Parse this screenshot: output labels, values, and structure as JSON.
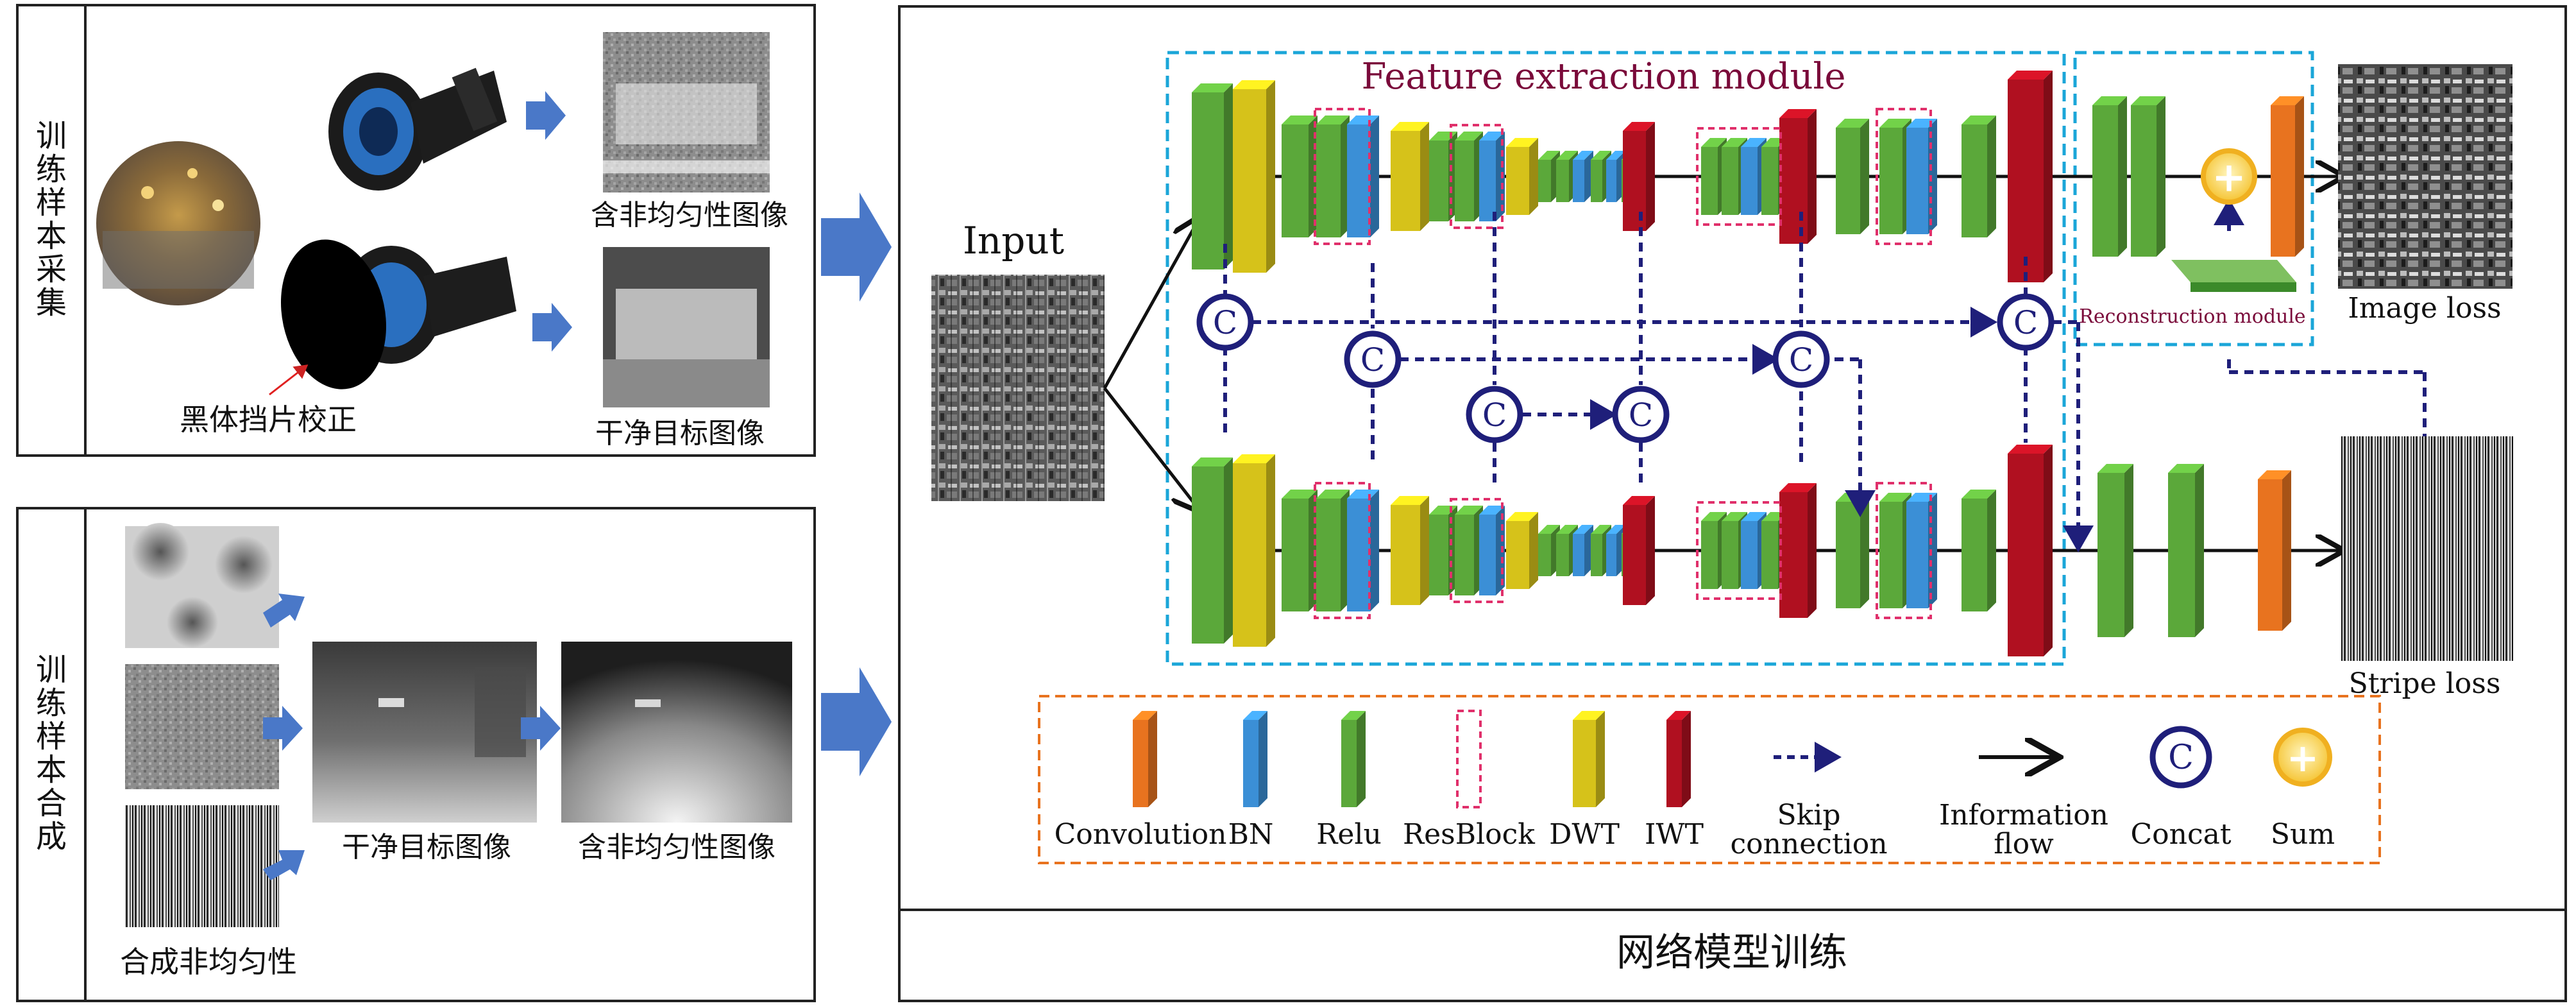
{
  "left_panels": {
    "top": {
      "side_label": [
        "训",
        "练",
        "样",
        "本",
        "采",
        "集"
      ],
      "blackbody_caption": "黑体挡片校正",
      "nonuniform_caption": "含非均匀性图像",
      "clean_caption": "干净目标图像"
    },
    "bottom": {
      "side_label": [
        "训",
        "练",
        "样",
        "本",
        "合",
        "成"
      ],
      "synth_caption": "合成非均匀性",
      "clean_caption": "干净目标图像",
      "nonuniform_caption": "含非均匀性图像"
    }
  },
  "network": {
    "title": "网络模型训练",
    "input_label": "Input",
    "feature_module_label": "Feature extraction module",
    "reconstruction_label": "Reconstruction module",
    "image_loss_label": "Image loss",
    "stripe_loss_label": "Stripe loss",
    "concat_symbol": "C",
    "sum_symbol": "+"
  },
  "legend": {
    "items": [
      {
        "label": "Convolution",
        "color": "#E8731F"
      },
      {
        "label": "BN",
        "color": "#3B8FD6"
      },
      {
        "label": "Relu",
        "color": "#5BA83A"
      },
      {
        "label": "ResBlock",
        "color": "#E0306B"
      },
      {
        "label": "DWT",
        "color": "#D6C21A"
      },
      {
        "label": "IWT",
        "color": "#B01020"
      },
      {
        "label": "Skip connection",
        "line1": "Skip",
        "line2": "connection"
      },
      {
        "label": "Information flow",
        "line1": "Information",
        "line2": "flow"
      },
      {
        "label": "Concat"
      },
      {
        "label": "Sum"
      }
    ]
  },
  "colors": {
    "conv": "#E8731F",
    "bn": "#3B8FD6",
    "relu": "#5BA83A",
    "resblock": "#E0306B",
    "dwt": "#D6C21A",
    "iwt": "#B01020",
    "skip": "#1F1F7A",
    "module_border": "#1BA6D8",
    "legend_border": "#E8731F",
    "arrow_fill": "#4A78C8",
    "title_text": "#7A0A3A"
  }
}
